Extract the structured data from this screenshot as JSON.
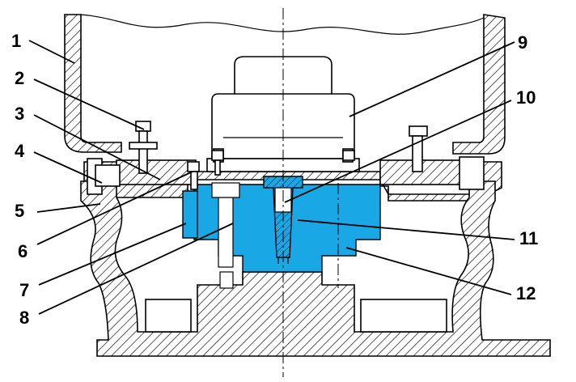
{
  "colors": {
    "part_highlight": "#1aa7e6",
    "line": "#000000",
    "background": "#ffffff"
  },
  "callouts": [
    {
      "id": "1",
      "text": "1"
    },
    {
      "id": "2",
      "text": "2"
    },
    {
      "id": "3",
      "text": "3"
    },
    {
      "id": "4",
      "text": "4"
    },
    {
      "id": "5",
      "text": "5"
    },
    {
      "id": "6",
      "text": "6"
    },
    {
      "id": "7",
      "text": "7"
    },
    {
      "id": "8",
      "text": "8"
    },
    {
      "id": "9",
      "text": "9"
    },
    {
      "id": "10",
      "text": "10"
    },
    {
      "id": "11",
      "text": "11"
    },
    {
      "id": "12",
      "text": "12"
    }
  ]
}
